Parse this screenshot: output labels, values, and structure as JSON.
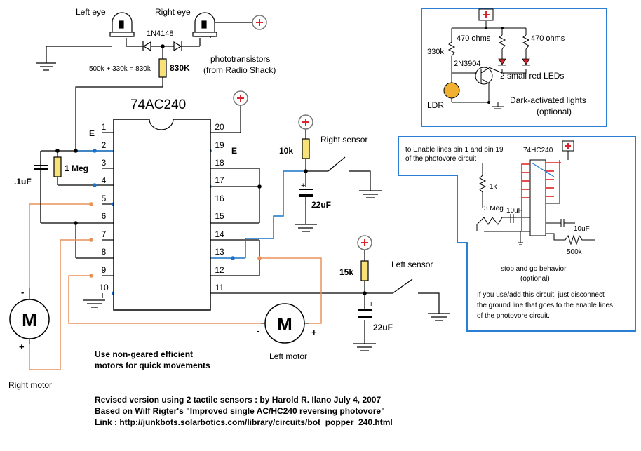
{
  "labels": {
    "left_eye": "Left eye",
    "right_eye": "Right eye",
    "diode": "1N4148",
    "phototransistors": "phototransistors",
    "from_radio_shack": "(from Radio Shack)",
    "resistor_sum": "500k + 330k = 830k",
    "r830k": "830K",
    "chip_name": "74AC240",
    "enable_left": "E",
    "enable_right": "E",
    "one_meg": "1 Meg",
    "cap_01uf": ".1uF",
    "r10k": "10k",
    "right_sensor": "Right sensor",
    "cap_22uf_top": "22uF",
    "r15k": "15k",
    "left_sensor": "Left sensor",
    "cap_22uf_bottom": "22uF",
    "left_motor": "Left motor",
    "right_motor": "Right motor",
    "motor_symbol": "M",
    "minus": "-",
    "plus": "+",
    "use_line1": "Use non-geared efficient",
    "use_line2": "motors for quick movements",
    "credit_line1": "Revised version using 2 tactile sensors : by Harold R. Ilano  July 4, 2007",
    "credit_line2": "Based on Wilf Rigter's \"Improved single AC/HC240 reversing photovore\"",
    "credit_line3": "Link : http://junkbots.solarbotics.com/library/circuits/bot_popper_240.html"
  },
  "pins_left": [
    "1",
    "2",
    "3",
    "4",
    "5",
    "6",
    "7",
    "8",
    "9",
    "10"
  ],
  "pins_right": [
    "20",
    "19",
    "18",
    "17",
    "16",
    "15",
    "14",
    "13",
    "12",
    "11"
  ],
  "dark_box": {
    "r470_left": "470 ohms",
    "r470_right": "470 ohms",
    "r330k": "330k",
    "transistor": "2N3904",
    "leds": "2 small red LEDs",
    "ldr": "LDR",
    "caption1": "Dark-activated lights",
    "caption2": "(optional)"
  },
  "stop_box": {
    "enable_note1": "to Enable lines pin 1 and pin 19",
    "enable_note2": "of the photovore circuit",
    "chip": "74HC240",
    "r1k": "1k",
    "r3meg": "3 Meg",
    "c10uf_left": "10uF",
    "c10uf_right": "10uF",
    "r500k": "500k",
    "caption1": "stop and go behavior",
    "caption2": "(optional)",
    "note1": "If you use/add this circuit, just disconnect",
    "note2": "the ground line that goes to the enable lines",
    "note3": "of the photovore circuit."
  },
  "colors": {
    "blue_wire": "#1a73c9",
    "orange_wire": "#e8925a",
    "box_border": "#2a7fd4",
    "plus_red": "#d9252b",
    "resistor_fill": "#f7e27a",
    "led_red": "#d9252b",
    "ldr_fill": "#f0b030",
    "red_wire": "#d22"
  }
}
